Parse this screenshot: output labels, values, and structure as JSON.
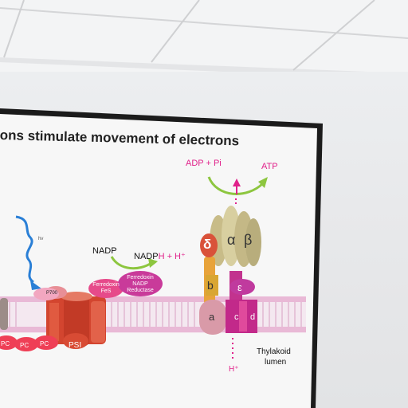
{
  "slide": {
    "title": "ons stimulate movement of electrons",
    "labels": {
      "adp_pi": "ADP + Pi",
      "atp": "ATP",
      "nadp": "NADP",
      "nadph_prefix": "NADP",
      "nadph_suffix": "H + H⁺",
      "hv": "hv",
      "ferredoxin_fes": "Ferredoxin FeS",
      "ferredoxin_reductase": "Ferredoxin NADP Reductase",
      "p700": "P700",
      "psi": "PSI",
      "pc1": "PC",
      "pc2": "PC",
      "pc3": "PC",
      "delta": "δ",
      "alpha": "α",
      "beta": "β",
      "gamma_label": "b",
      "epsilon": "ε",
      "subunit_a": "a",
      "subunit_c": "c",
      "subunit_d": "d",
      "hplus": "H⁺",
      "thylakoid": "Thylakoid",
      "lumen": "lumen"
    },
    "colors": {
      "magenta": "#e0218a",
      "green": "#8dc63f",
      "blue": "#2a7fd6",
      "red": "#c9332a",
      "purple": "#9b3a8c"
    }
  }
}
